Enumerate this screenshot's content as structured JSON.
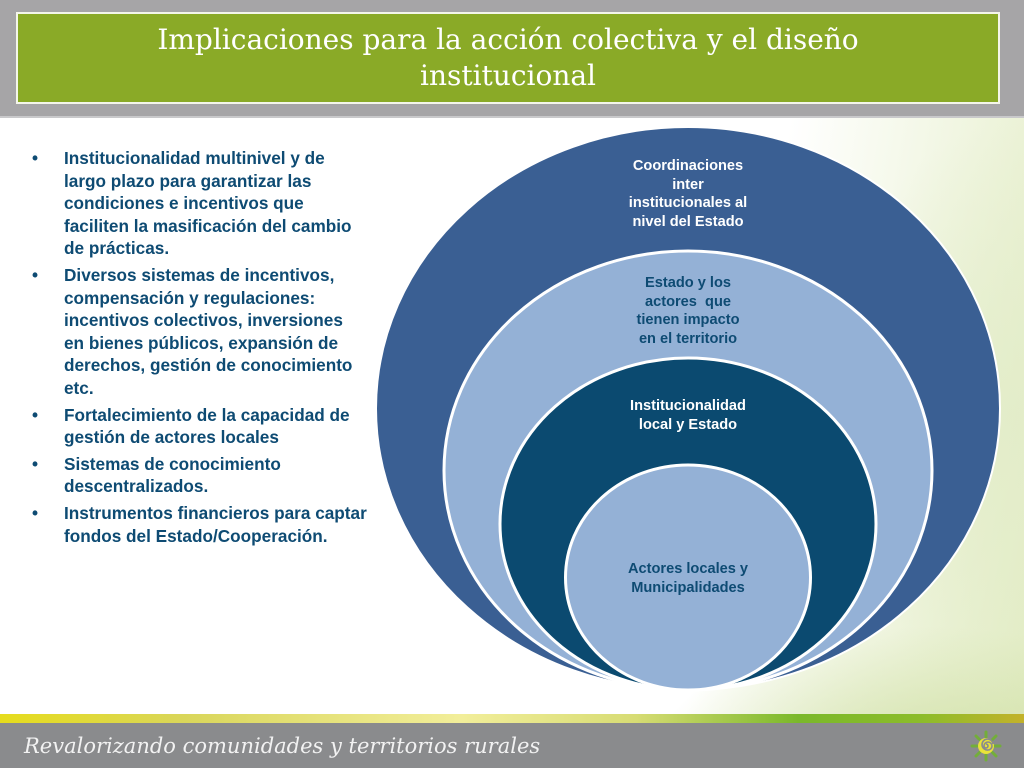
{
  "slide": {
    "title": "Implicaciones para la acción colectiva y el diseño institucional",
    "bullets": [
      "Institucionalidad multinivel y de largo plazo para garantizar las condiciones e incentivos que faciliten la masificación del cambio de prácticas.",
      "Diversos sistemas de incentivos, compensación y regulaciones: incentivos colectivos, inversiones en bienes públicos, expansión de derechos, gestión de conocimiento etc.",
      "Fortalecimiento de la capacidad de gestión de actores locales",
      "Sistemas de conocimiento descentralizados.",
      "Instrumentos financieros para captar fondos del Estado/Cooperación."
    ],
    "bullet_symbol": "•",
    "footer_text": "Revalorizando comunidades y territorios rurales",
    "logo_icon": "spiral-sun-icon"
  },
  "diagram": {
    "type": "nested-circles",
    "levels": [
      {
        "label": "Coordinaciones inter institucionales al nivel del Estado",
        "lines": [
          "Coordinaciones",
          "inter",
          "institucionales al",
          "nivel del Estado"
        ],
        "fill": "#3a5f93",
        "text_color": "#ffffff"
      },
      {
        "label": "Estado y los actores que tienen impacto en el territorio",
        "lines": [
          "Estado y los",
          "actores  que",
          "tienen impacto",
          "en el territorio"
        ],
        "fill": "#94b1d6",
        "text_color": "#0e4b73"
      },
      {
        "label": "Institucionalidad local y Estado",
        "lines": [
          "Institucionalidad",
          "local y Estado"
        ],
        "fill": "#0b4a70",
        "text_color": "#ffffff"
      },
      {
        "label": "Actores locales y Municipalidades",
        "lines": [
          "Actores locales y",
          "Municipalidades"
        ],
        "fill": "#94b1d6",
        "text_color": "#0e4b73"
      }
    ]
  },
  "colors": {
    "title_bg": "#8aaa27",
    "header_band": "#a6a5a7",
    "bullet_text": "#0e4b73",
    "footer_band": "#8a8b8d"
  }
}
